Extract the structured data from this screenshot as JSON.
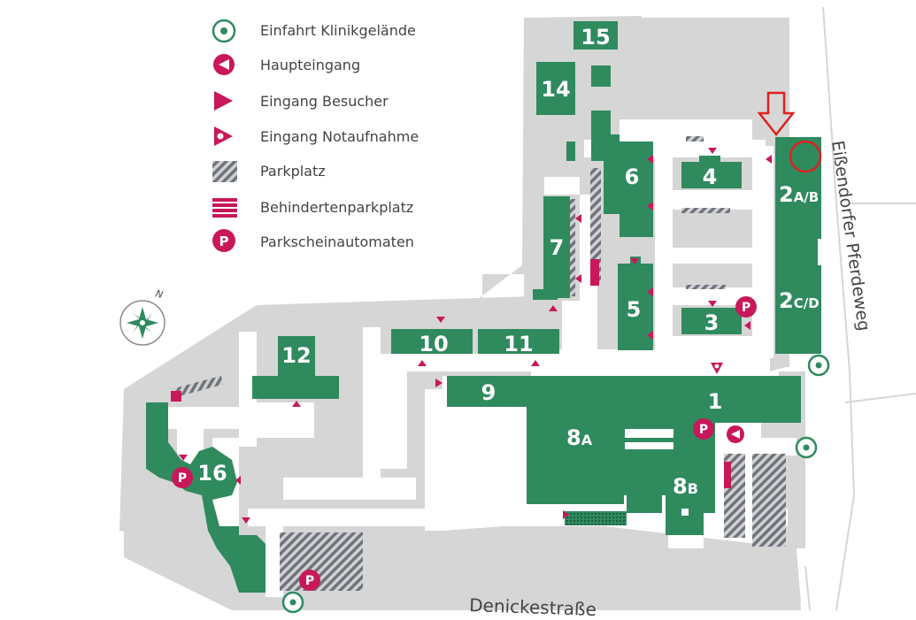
{
  "legend": [
    {
      "id": "entrance-grounds",
      "label": "Einfahrt Klinikgelände",
      "icon": "entrance-grounds-icon"
    },
    {
      "id": "main-entrance",
      "label": "Haupteingang",
      "icon": "main-entrance-icon"
    },
    {
      "id": "visitor-entrance",
      "label": "Eingang Besucher",
      "icon": "visitor-entrance-icon"
    },
    {
      "id": "emergency-entrance",
      "label": "Eingang Notaufnahme",
      "icon": "emergency-entrance-icon"
    },
    {
      "id": "parking",
      "label": "Parkplatz",
      "icon": "parking-hatch-icon"
    },
    {
      "id": "disabled-parking",
      "label": "Behindertenparkplatz",
      "icon": "disabled-parking-icon"
    },
    {
      "id": "ticket-machine",
      "label": "Parkscheinautomaten",
      "icon": "ticket-machine-icon"
    }
  ],
  "buildings": {
    "b1": "1",
    "b2ab_num": "2",
    "b2ab_sub": "A/B",
    "b2cd_num": "2",
    "b2cd_sub": "C/D",
    "b3": "3",
    "b4": "4",
    "b5": "5",
    "b6": "6",
    "b7": "7",
    "b8a_num": "8",
    "b8a_sub": "A",
    "b8b_num": "8",
    "b8b_sub": "B",
    "b9": "9",
    "b10": "10",
    "b11": "11",
    "b12": "12",
    "b14": "14",
    "b15": "15",
    "b16": "16"
  },
  "streets": {
    "denickestrasse": "Denickestraße",
    "eissendorfer": "Eißendorfer Pferdeweg"
  },
  "compass_label": "N",
  "parking_symbol": "P",
  "colors": {
    "building": "#2f8a5e",
    "grounds": "#d6d6d6",
    "magenta": "#c8185a",
    "hatch": "#70737a",
    "highlight": "#e02020"
  }
}
